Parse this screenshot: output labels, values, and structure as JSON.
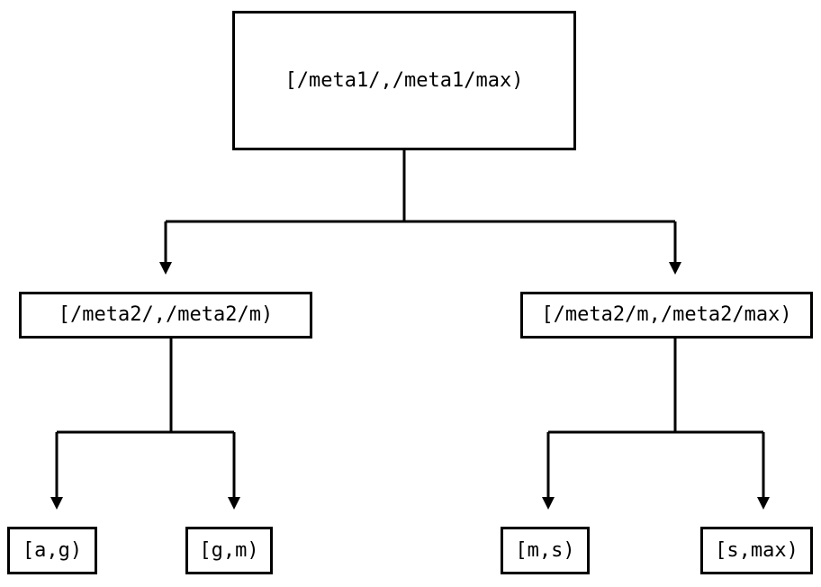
{
  "diagram": {
    "type": "tree",
    "title": "",
    "orientation": "top-down",
    "edge_style": "orthogonal",
    "arrowhead": "solid-triangle-down",
    "colors": {
      "stroke": "#000000",
      "node_fill": "#ffffff",
      "background": "#ffffff",
      "text": "#000000"
    },
    "nodes": {
      "root": {
        "label": "[/meta1/,/meta1/max)",
        "level": 0
      },
      "level1": [
        {
          "id": "l1-a",
          "label": "[/meta2/,/meta2/m)",
          "level": 1
        },
        {
          "id": "l1-b",
          "label": "[/meta2/m,/meta2/max)",
          "level": 1
        }
      ],
      "level2": [
        {
          "id": "l2-a",
          "label": "[a,g)",
          "level": 2,
          "parent": "l1-a"
        },
        {
          "id": "l2-b",
          "label": "[g,m)",
          "level": 2,
          "parent": "l1-a"
        },
        {
          "id": "l2-c",
          "label": "[m,s)",
          "level": 2,
          "parent": "l1-b"
        },
        {
          "id": "l2-d",
          "label": "[s,max)",
          "level": 2,
          "parent": "l1-b"
        }
      ]
    },
    "edges": [
      {
        "from": "root",
        "to": "l1-a"
      },
      {
        "from": "root",
        "to": "l1-b"
      },
      {
        "from": "l1-a",
        "to": "l2-a"
      },
      {
        "from": "l1-a",
        "to": "l2-b"
      },
      {
        "from": "l1-b",
        "to": "l2-c"
      },
      {
        "from": "l1-b",
        "to": "l2-d"
      }
    ]
  }
}
